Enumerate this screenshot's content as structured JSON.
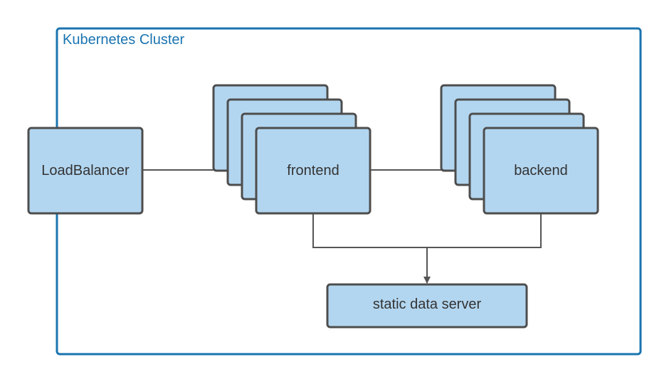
{
  "cluster": {
    "label": "Kubernetes Cluster"
  },
  "nodes": {
    "load_balancer": "LoadBalancer",
    "frontend": "frontend",
    "backend": "backend",
    "static_data_server": "static data server"
  },
  "colors": {
    "cluster_border": "#1a74b0",
    "box_fill": "#b3d6f0",
    "box_stroke": "#4d4d4d",
    "edge": "#555555",
    "text": "#333333"
  }
}
